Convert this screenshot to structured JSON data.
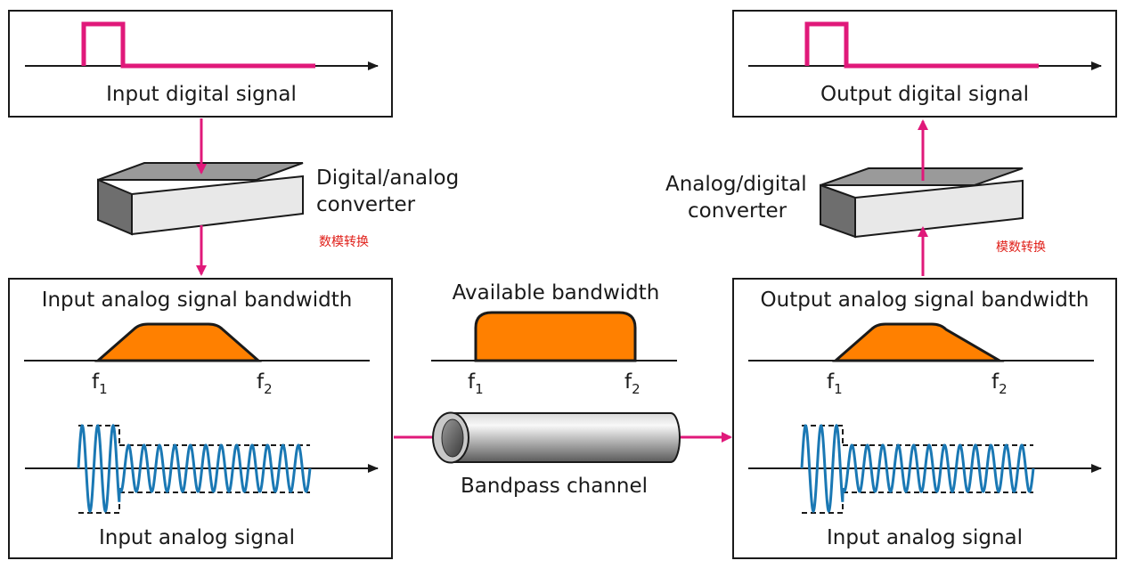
{
  "labels": {
    "input_digital": "Input digital signal",
    "output_digital": "Output digital signal",
    "dac_line1": "Digital/analog",
    "dac_line2": "converter",
    "adc_line1": "Analog/digital",
    "adc_line2": "converter",
    "dac_cn": "数模转换",
    "adc_cn": "模数转换",
    "input_bw": "Input analog signal bandwidth",
    "available_bw": "Available bandwidth",
    "output_bw": "Output analog signal bandwidth",
    "input_analog_left": "Input analog signal",
    "input_analog_right": "Input analog signal",
    "channel": "Bandpass channel",
    "f": "f",
    "sub1": "1",
    "sub2": "2"
  },
  "colors": {
    "signal": "#e0197a",
    "arrow": "#e0197a",
    "spectrum": "#ff8000",
    "wave": "#1a78b4",
    "box_border": "#1a1a1a",
    "converter_top": "#9a9a9a",
    "converter_front": "#e8e8e8",
    "converter_side": "#6e6e6e"
  }
}
